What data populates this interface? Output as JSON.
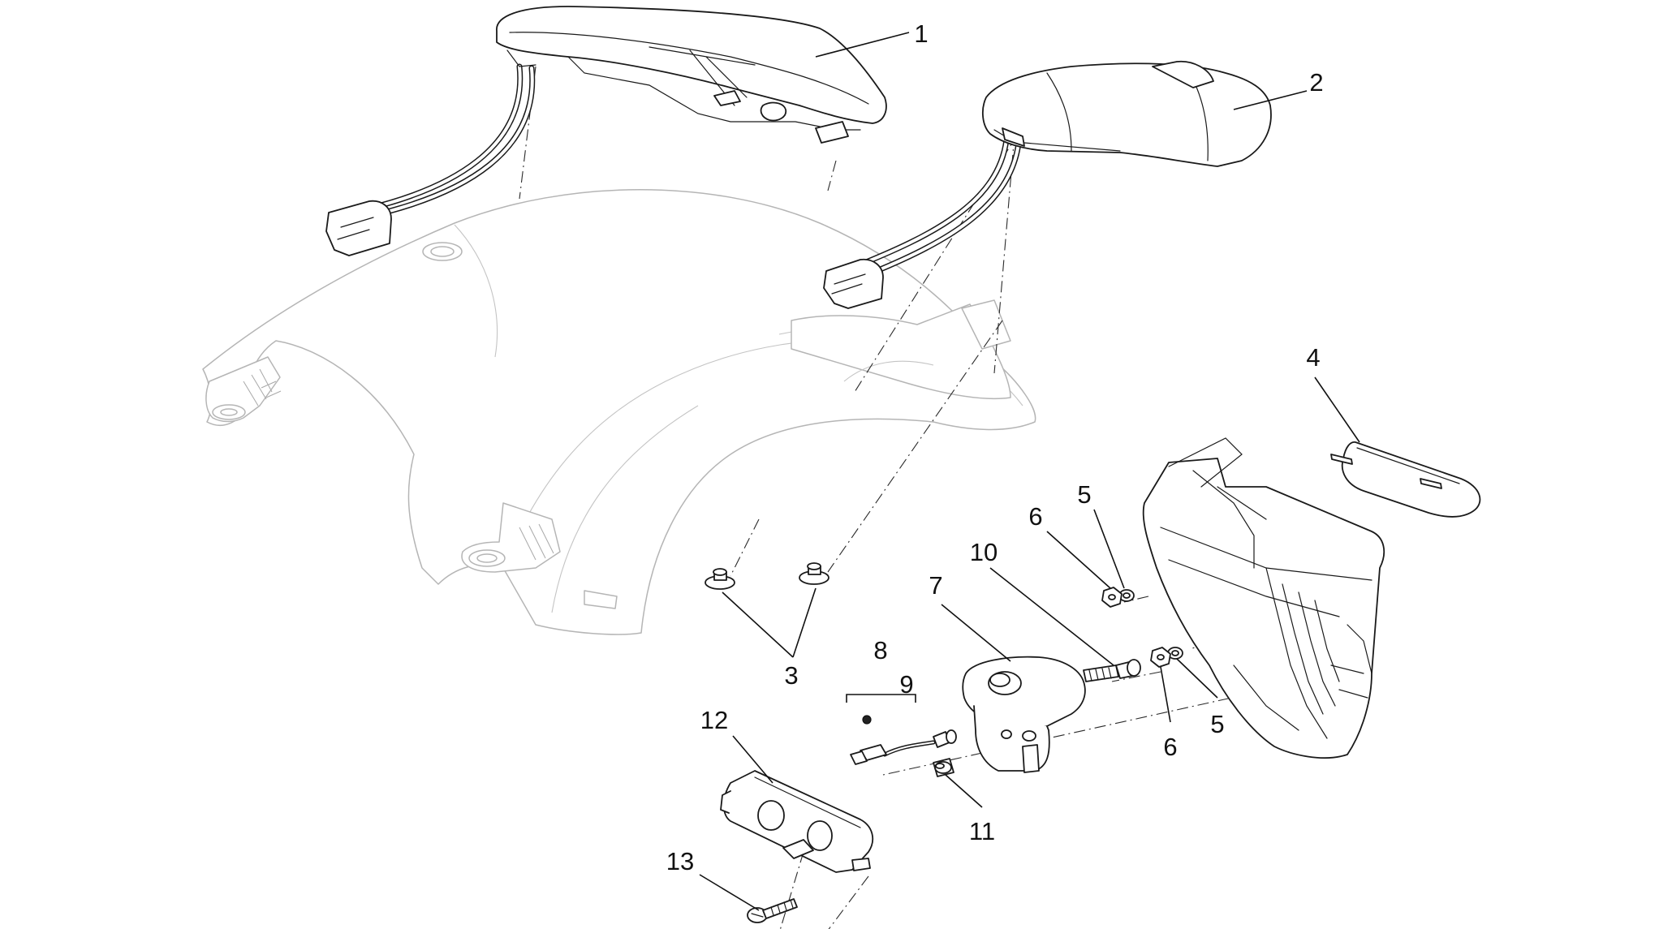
{
  "callouts": {
    "c1": "1",
    "c2": "2",
    "c3": "3",
    "c4": "4",
    "c5a": "5",
    "c5b": "5",
    "c6a": "6",
    "c6b": "6",
    "c7": "7",
    "c8": "8",
    "c9": "9",
    "c10": "10",
    "c11": "11",
    "c12": "12",
    "c13": "13"
  },
  "colors": {
    "line": "#1a1a1a",
    "ghost": "#b5b5b5",
    "background": "#ffffff"
  }
}
